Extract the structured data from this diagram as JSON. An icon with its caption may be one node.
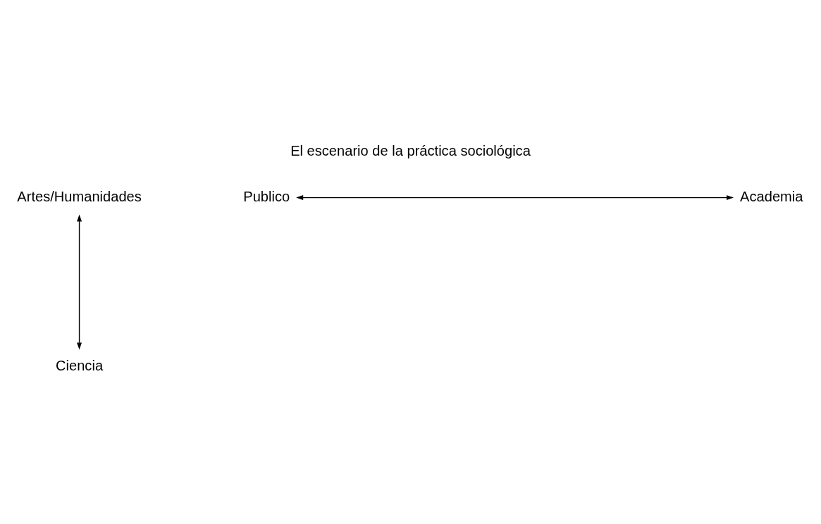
{
  "diagram": {
    "title": "El escenario de la práctica sociológica",
    "nodes": [
      {
        "text": [
          "Artes/Humanidades"
        ]
      },
      {
        "text": [
          "Publico"
        ]
      },
      {
        "text": [
          "Academia"
        ]
      },
      {
        "text": [
          "Ciencia"
        ]
      }
    ],
    "edges": [
      {
        "from": 0,
        "to": 3,
        "arrow": "both"
      },
      {
        "from": 1,
        "to": 2,
        "arrow": "both"
      }
    ]
  }
}
